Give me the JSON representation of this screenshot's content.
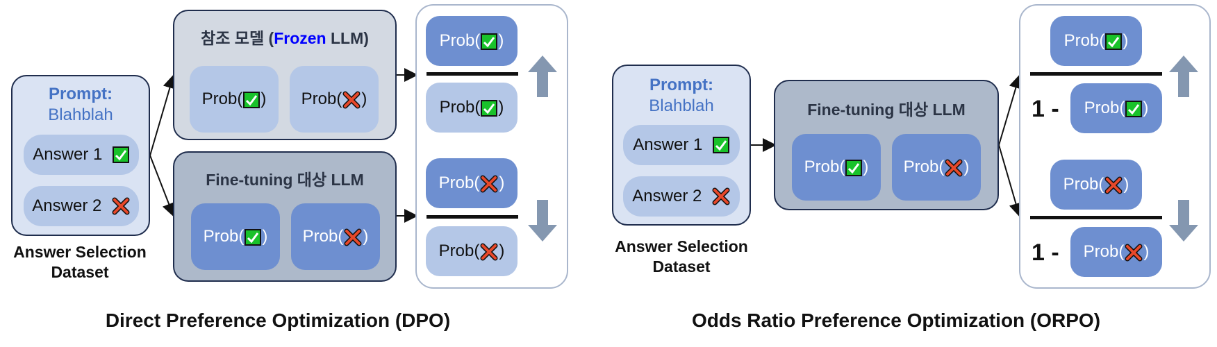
{
  "prob_label": "Prob(",
  "prob_close": ")",
  "dpo": {
    "prompt_label": "Prompt:",
    "prompt_value": "Blahblah",
    "answer1": "Answer 1",
    "answer2": "Answer 2",
    "dataset_line1": "Answer Selection",
    "dataset_line2": "Dataset",
    "ref_title_prefix": "참조 모델 (",
    "ref_title_frozen": "Frozen",
    "ref_title_suffix": " LLM)",
    "ft_title": "Fine-tuning 대상 LLM",
    "caption": "Direct Preference Optimization (DPO)"
  },
  "orpo": {
    "prompt_label": "Prompt:",
    "prompt_value": "Blahblah",
    "answer1": "Answer 1",
    "answer2": "Answer 2",
    "dataset_line1": "Answer Selection",
    "dataset_line2": "Dataset",
    "ft_title": "Fine-tuning 대상 LLM",
    "one_minus": "1  -",
    "caption": "Odds Ratio Preference Optimization (ORPO)"
  },
  "colors": {
    "accent_blue": "#4472c4",
    "frozen_blue": "#0000ff",
    "check_green": "#19c22a",
    "cross_red": "#e8482a",
    "arrow_gray": "#8497b0"
  },
  "icons": {
    "chosen": "check-icon",
    "rejected": "cross-icon",
    "increase": "arrow-up-icon",
    "decrease": "arrow-down-icon"
  }
}
